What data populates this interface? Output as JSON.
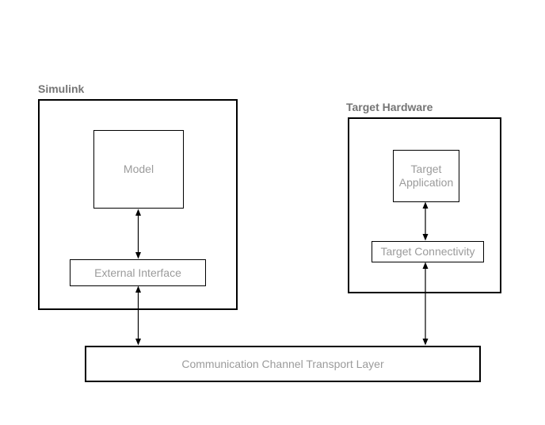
{
  "diagram": {
    "simulink": {
      "label": "Simulink",
      "model_label": "Model",
      "external_interface_label": "External Interface"
    },
    "target_hardware": {
      "label": "Target Hardware",
      "target_application_label": "Target Application",
      "target_connectivity_label": "Target Connectivity"
    },
    "transport_layer_label": "Communication Channel Transport Layer"
  },
  "colors": {
    "background": "#ffffff",
    "border": "#000000",
    "container_label": "#757575",
    "box_text": "#9b9b9b"
  }
}
